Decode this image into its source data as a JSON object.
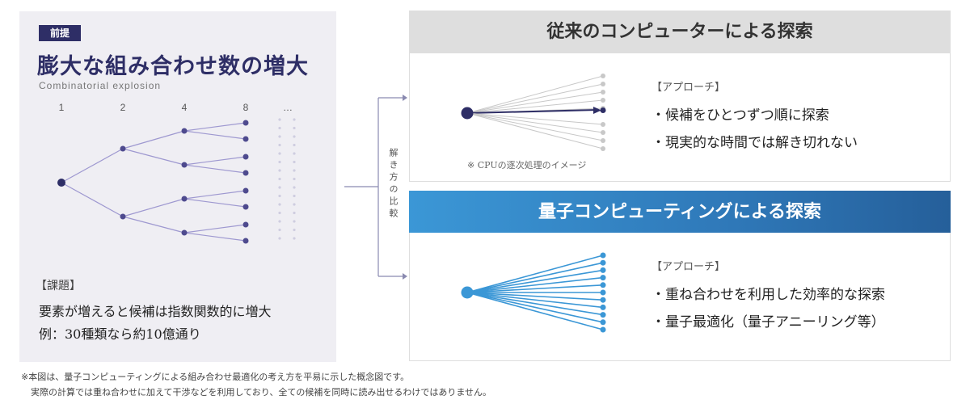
{
  "left": {
    "badge": "前提",
    "title": "膨大な組み合わせ数の増大",
    "subtitle": "Combinatorial explosion",
    "levels": [
      "1",
      "2",
      "4",
      "8",
      "…"
    ],
    "issue_label": "【課題】",
    "issue_line1": "要素が増えると候補は指数関数的に増大",
    "issue_line2": "例：30種類なら約10億通り"
  },
  "compare_label": "解き方の比較",
  "classical": {
    "header": "従来のコンピューターによる探索",
    "approach_label": "【アプローチ】",
    "bullets": [
      "・候補をひとつずつ順に探索",
      "・現実的な時間では解き切れない"
    ],
    "caption": "※ CPUの逐次処理のイメージ"
  },
  "quantum": {
    "header": "量子コンピューティングによる探索",
    "approach_label": "【アプローチ】",
    "bullets": [
      "・重ね合わせを利用した効率的な探索",
      "・量子最適化（量子アニーリング等）"
    ]
  },
  "colors": {
    "navy": "#2e2e66",
    "tree_line": "#9e98d0",
    "tree_node": "#4e4a8e",
    "quantum_blue": "#3b97d6",
    "grey_line": "#c8c8c8"
  },
  "footnote": {
    "line1": "※本図は、量子コンピューティングによる組み合わせ最適化の考え方を平易に示した概念図です。",
    "line2": "実際の計算では重ね合わせに加えて干渉などを利用しており、全ての候補を同時に読み出せるわけではありません。"
  }
}
